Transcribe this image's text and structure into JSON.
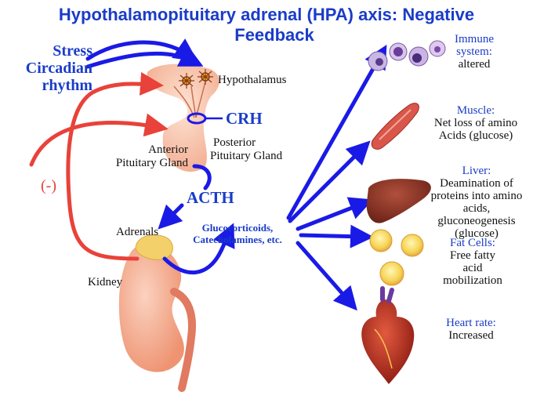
{
  "title": {
    "line1": "Hypothalamopituitary adrenal  (HPA) axis: Negative",
    "line2": "Feedback"
  },
  "left": {
    "stress": "Stress",
    "circadian": "Circadian",
    "rhythm": "rhythm",
    "negative": "(-)",
    "kidney": "Kidney",
    "adrenals": "Adrenals"
  },
  "center": {
    "hypothalamus": "Hypothalamus",
    "crh": "CRH",
    "anterior1": "Anterior",
    "anterior2": "Pituitary Gland",
    "posterior1": "Posterior",
    "posterior2": "Pituitary Gland",
    "acth": "ACTH",
    "gluco1": "Glucocorticoids,",
    "gluco2": "Catecholamines, etc."
  },
  "effects": {
    "immune": {
      "h1": "Immune",
      "h2": "system:",
      "t1": "altered"
    },
    "muscle": {
      "h1": "Muscle:",
      "t1": "Net loss of amino",
      "t2": "Acids (glucose)"
    },
    "liver": {
      "h1": "Liver:",
      "t1": "Deamination of",
      "t2": "proteins into amino",
      "t3": "acids,",
      "t4": "gluconeogenesis",
      "t5": "(glucose)"
    },
    "fat": {
      "h1": "Fat Cells:",
      "t1": "Free fatty",
      "t2": "acid",
      "t3": "mobilization"
    },
    "heart": {
      "h1": "Heart rate:",
      "t1": "Increased"
    }
  },
  "colors": {
    "arrow_blue": "#1a1ae6",
    "arrow_red": "#e8423a",
    "title_blue": "#1a3cc7"
  }
}
